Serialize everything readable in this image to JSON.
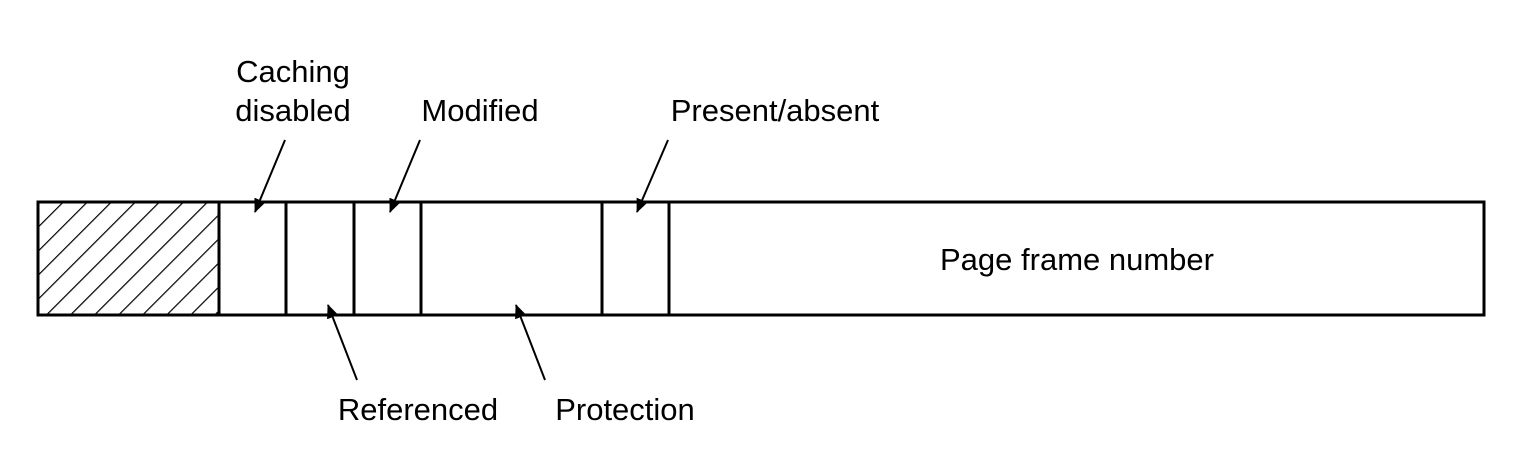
{
  "diagram": {
    "labels": {
      "caching_disabled_line1": "Caching",
      "caching_disabled_line2": "disabled",
      "modified": "Modified",
      "present_absent": "Present/absent",
      "referenced": "Referenced",
      "protection": "Protection",
      "page_frame_number": "Page frame number"
    },
    "colors": {
      "stroke": "#000000",
      "background": "#ffffff"
    }
  }
}
